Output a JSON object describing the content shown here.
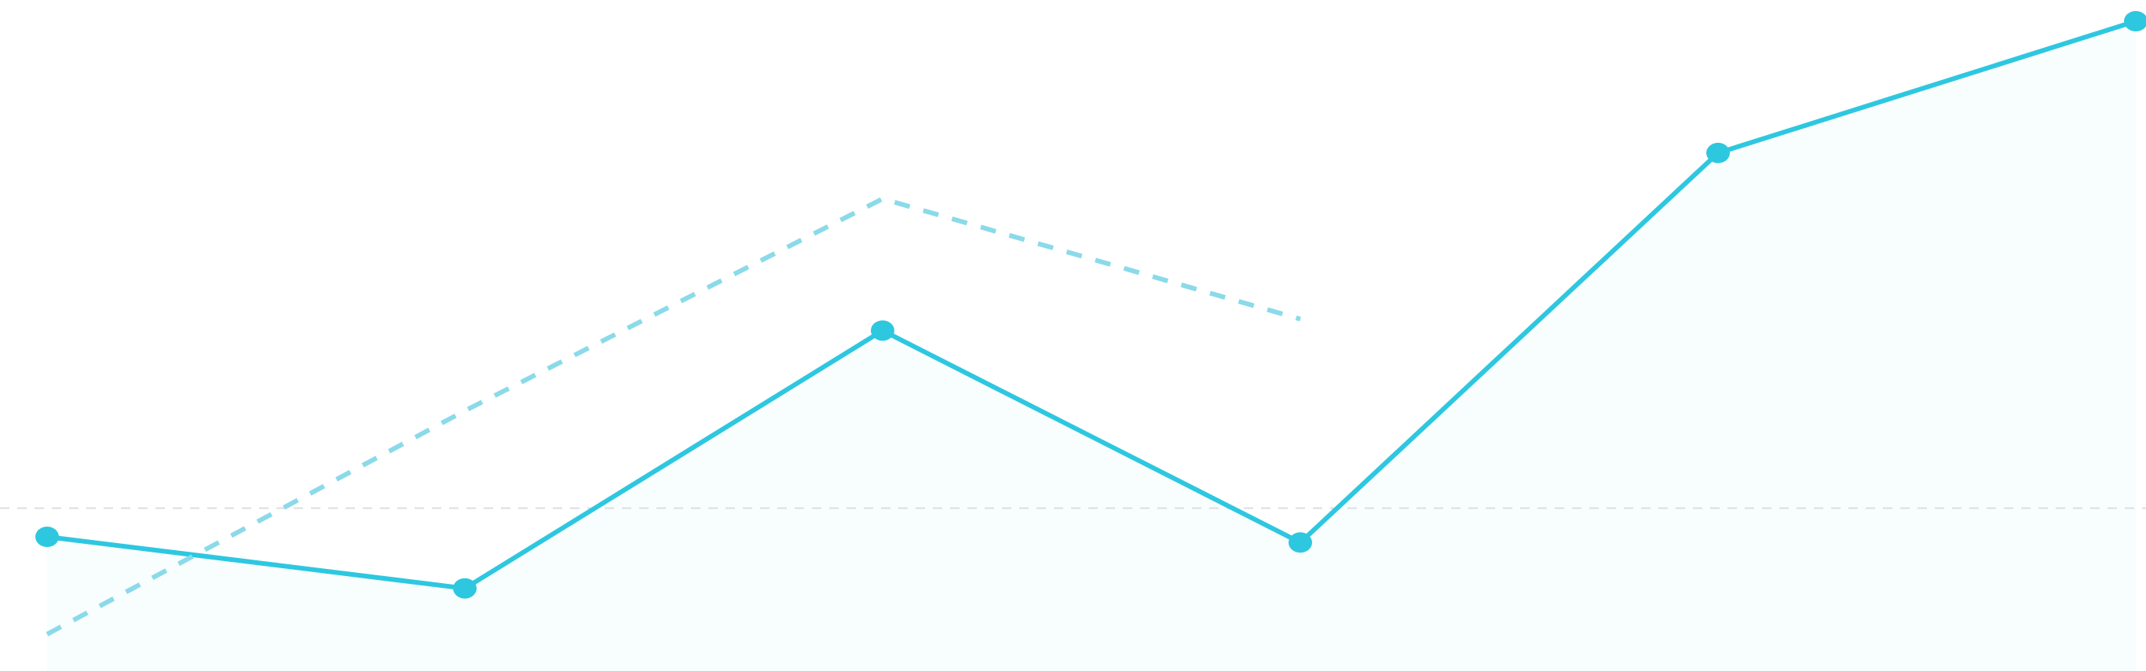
{
  "chart_data": {
    "type": "line",
    "title": "",
    "xlabel": "",
    "ylabel": "",
    "grid": false,
    "legend": "none",
    "x": [
      0,
      1,
      2,
      3,
      4,
      5
    ],
    "ylim": [
      0,
      100
    ],
    "series": [
      {
        "style": "solid",
        "color": "#2ec7e0",
        "fill": true,
        "markers": true,
        "values": [
          20,
          11,
          56,
          19,
          87,
          110
        ]
      },
      {
        "style": "dashed",
        "color": "#8adaea",
        "fill": false,
        "markers": false,
        "values": [
          3,
          42,
          79,
          58
        ]
      }
    ],
    "reference_line": {
      "y": 25,
      "color": "#dddddd",
      "style": "dashed"
    }
  }
}
